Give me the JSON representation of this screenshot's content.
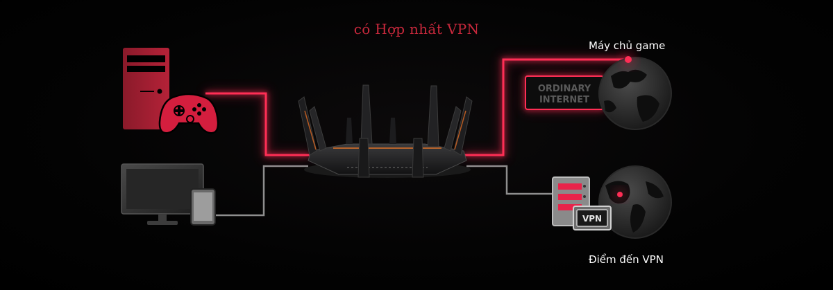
{
  "diagram": {
    "title": "có Hợp nhất VPN",
    "game_server_label": "Máy chủ game",
    "vpn_destination_label": "Điểm đến VPN",
    "ordinary_internet_line1": "ORDINARY",
    "ordinary_internet_line2": "INTERNET",
    "vpn_badge": "VPN"
  },
  "colors": {
    "accent_red": "#e8234a",
    "link_gray": "#9a9a9a",
    "background": "#000000"
  },
  "icons": [
    "desktop-tower-icon",
    "gamepad-icon",
    "monitor-icon",
    "tablet-icon",
    "router-icon",
    "globe-icon",
    "vpn-server-icon"
  ]
}
